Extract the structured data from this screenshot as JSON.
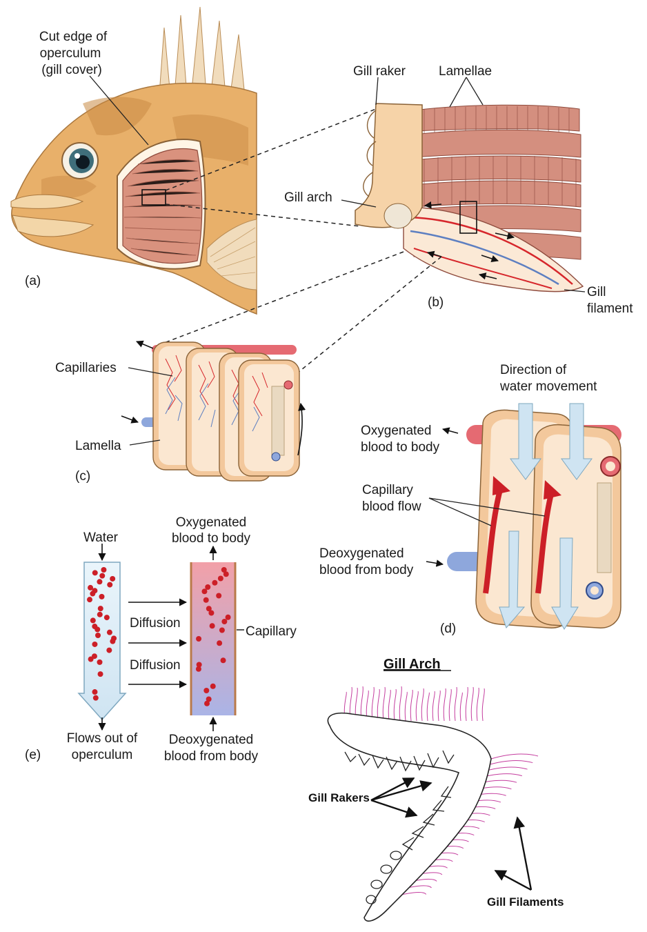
{
  "panel_a": {
    "tag": "(a)",
    "operculum_line1": "Cut edge of",
    "operculum_line2": "operculum",
    "operculum_line3": "(gill cover)"
  },
  "panel_b": {
    "tag": "(b)",
    "gill_raker": "Gill raker",
    "lamellae": "Lamellae",
    "gill_arch": "Gill arch",
    "gill_filament_line1": "Gill",
    "gill_filament_line2": "filament"
  },
  "panel_c": {
    "tag": "(c)",
    "capillaries": "Capillaries",
    "lamella": "Lamella"
  },
  "panel_d": {
    "tag": "(d)",
    "water_line1": "Direction of",
    "water_line2": "water movement",
    "oxy_line1": "Oxygenated",
    "oxy_line2": "blood to body",
    "cap_line1": "Capillary",
    "cap_line2": "blood flow",
    "deoxy_line1": "Deoxygenated",
    "deoxy_line2": "blood from body"
  },
  "panel_e": {
    "tag": "(e)",
    "water": "Water",
    "oxy_line1": "Oxygenated",
    "oxy_line2": "blood to body",
    "diffusion_1": "Diffusion",
    "diffusion_2": "Diffusion",
    "capillary": "Capillary",
    "flows_line1": "Flows out of",
    "flows_line2": "operculum",
    "deoxy_line1": "Deoxygenated",
    "deoxy_line2": "blood from body"
  },
  "gill_arch_sketch": {
    "title": "Gill Arch",
    "rakers": "Gill Rakers",
    "filaments": "Gill Filaments"
  },
  "colors": {
    "fish_body": "#e8b06a",
    "gill_pink": "#d9927e",
    "oxygenated": "#d6262b",
    "deoxygenated": "#5d7fc1",
    "water_arrow": "#cfe4f2",
    "sketch_filament": "#c43c9e"
  }
}
